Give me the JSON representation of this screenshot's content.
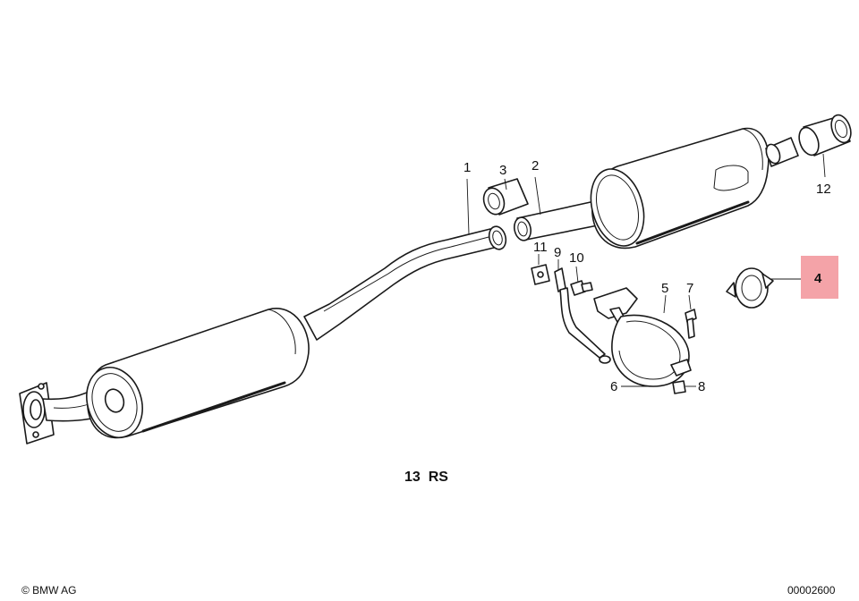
{
  "callouts": {
    "part_1": "1",
    "part_2": "2",
    "part_3": "3",
    "part_4": "4",
    "part_5": "5",
    "part_6": "6",
    "part_7": "7",
    "part_8": "8",
    "part_9": "9",
    "part_10": "10",
    "part_11": "11",
    "part_12": "12"
  },
  "highlight": {
    "label": "4",
    "color": "#f4a3a8"
  },
  "caption": "13  RS",
  "copyright": "© BMW AG",
  "diagram_number": "00002600"
}
